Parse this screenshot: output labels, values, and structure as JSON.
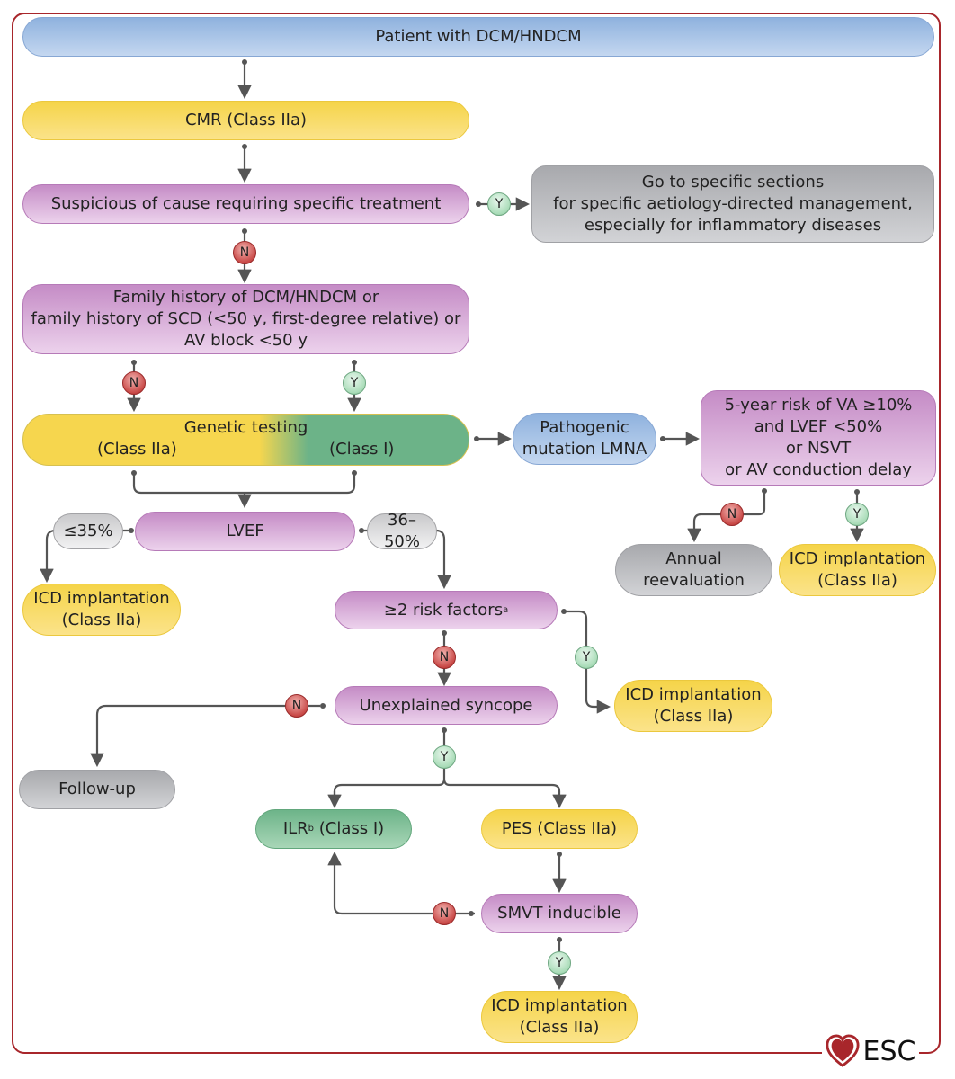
{
  "diagram": {
    "type": "flowchart",
    "title": "Patient with DCM/HNDCM",
    "brand": "ESC",
    "colors": {
      "frame": "#a8262b",
      "class_I": "#6cb388",
      "class_IIa": "#f6d64e",
      "decision": "#c58cc6",
      "start": "#8fb2de",
      "terminal": "#a8a9ad",
      "no_badge": "#c94a48",
      "yes_badge": "#a9dcb8",
      "connector": "#555555"
    },
    "badge_labels": {
      "yes": "Y",
      "no": "N"
    },
    "nodes": {
      "start": "Patient with DCM/HNDCM",
      "cmr": "CMR (Class IIa)",
      "suspicious": "Suspicious of cause requiring specific treatment",
      "specific_sections": "Go to specific sections\nfor specific aetiology-directed management,\nespecially for inflammatory diseases",
      "family_history": "Family history of DCM/HNDCM or\nfamily history of SCD (<50 y, first-degree relative) or\nAV block <50 y",
      "genetic_title": "Genetic testing",
      "genetic_class_iia": "(Class IIa)",
      "genetic_class_i": "(Class I)",
      "lmna": "Pathogenic\nmutation LMNA",
      "lmna_risk": "5-year risk of VA ≥10%\nand LVEF <50%\nor NSVT\nor AV conduction delay",
      "annual": "Annual\nreevaluation",
      "icd_lmna": "ICD implantation\n(Class IIa)",
      "lvef": "LVEF",
      "lvef_low": "≤35%",
      "lvef_mid": "36–50%",
      "icd_lvef": "ICD implantation\n(Class IIa)",
      "risk_factors": "≥2 risk factors",
      "risk_factors_sup": "a",
      "icd_risk": "ICD implantation\n(Class IIa)",
      "syncope": "Unexplained syncope",
      "follow_up": "Follow-up",
      "ilr": "ILR",
      "ilr_sup": "b",
      "ilr_class": " (Class I)",
      "pes": "PES (Class IIa)",
      "smvt": "SMVT inducible",
      "icd_smvt": "ICD implantation\n(Class IIa)"
    }
  }
}
